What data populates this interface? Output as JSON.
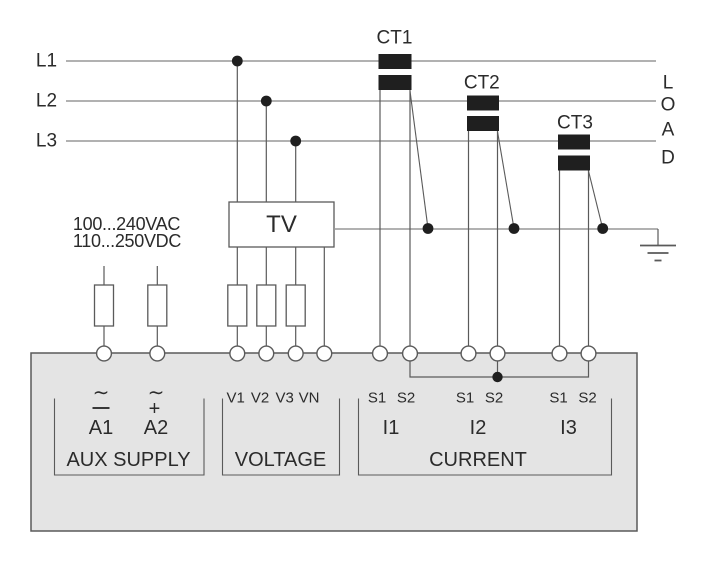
{
  "colors": {
    "background": "#ffffff",
    "device_fill": "#e4e4e4",
    "wire_gray": "#979797",
    "wire_dark": "#5a5a5a",
    "ink": "#1f1f1f",
    "text": "#2b2b2b"
  },
  "phases": [
    {
      "label": "L1"
    },
    {
      "label": "L2"
    },
    {
      "label": "L3"
    }
  ],
  "load": {
    "letters": [
      "L",
      "O",
      "A",
      "D"
    ]
  },
  "cts": [
    {
      "label": "CT1"
    },
    {
      "label": "CT2"
    },
    {
      "label": "CT3"
    }
  ],
  "tv": {
    "label": "TV"
  },
  "aux_rating": {
    "line1": "100...240VAC",
    "line2": "110...250VDC"
  },
  "device": {
    "aux": {
      "title": "AUX SUPPLY",
      "a1": {
        "label": "A1",
        "symbol": "∼"
      },
      "a2": {
        "label": "A2",
        "symbol": "∼",
        "polarity": "+"
      }
    },
    "voltage": {
      "title": "VOLTAGE",
      "terminals": [
        {
          "label": "V1"
        },
        {
          "label": "V2"
        },
        {
          "label": "V3"
        },
        {
          "label": "VN"
        }
      ]
    },
    "current": {
      "title": "CURRENT",
      "channels": [
        {
          "label": "I1",
          "s1": "S1",
          "s2": "S2"
        },
        {
          "label": "I2",
          "s1": "S1",
          "s2": "S2"
        },
        {
          "label": "I3",
          "s1": "S1",
          "s2": "S2"
        }
      ]
    }
  }
}
